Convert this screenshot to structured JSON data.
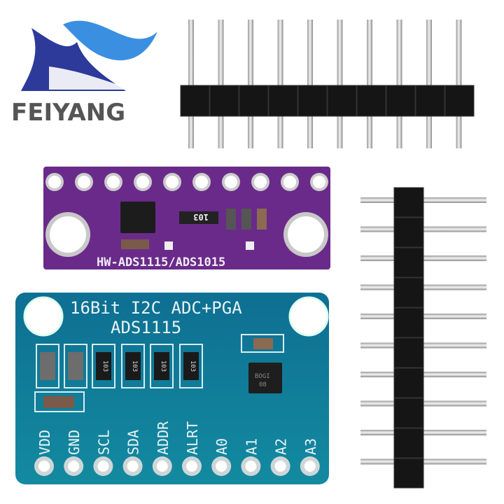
{
  "logo": {
    "text": "FEIYANG",
    "colors": {
      "blue": "#2d3a9a",
      "light_blue": "#3a8fe0",
      "text": "#555555"
    }
  },
  "purple_board": {
    "label": "HW-ADS1115/ADS1015",
    "resistor_array_code": "103",
    "pin_count": 10,
    "color": "#6a2a8a"
  },
  "blue_board": {
    "title": "16Bit I2C ADC+PGA",
    "subtitle": "ADS1115",
    "resistor_code": "103",
    "chip_marking": [
      "BOGI",
      "08"
    ],
    "pins": [
      "VDD",
      "GND",
      "SCL",
      "SDA",
      "ADDR",
      "ALRT",
      "A0",
      "A1",
      "A2",
      "A3"
    ],
    "color": "#0f7f9a"
  },
  "header_horizontal": {
    "pin_count": 10
  },
  "header_vertical": {
    "pin_count": 10
  }
}
